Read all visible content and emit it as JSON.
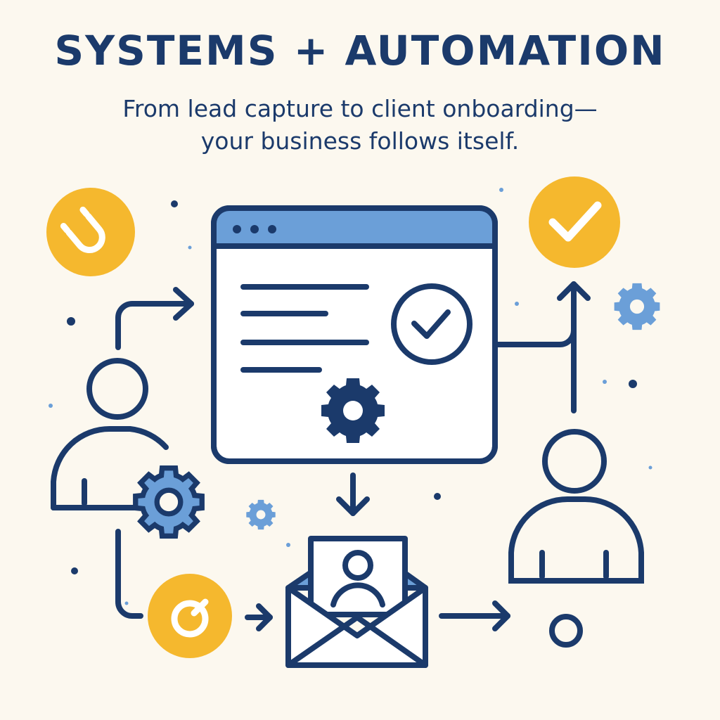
{
  "header": {
    "title": "SYSTEMS + AUTOMATION",
    "subtitle_line1": "From lead capture to client onboarding—",
    "subtitle_line2": "your business follows itself."
  },
  "colors": {
    "navy": "#1b3a6b",
    "blue": "#6b9fd8",
    "yellow": "#f5b82e",
    "background": "#fcf8ef"
  },
  "icons": [
    "magnet-icon",
    "browser-window-icon",
    "check-circle-icon",
    "gear-icon",
    "person-icon",
    "email-envelope-icon",
    "target-icon"
  ]
}
